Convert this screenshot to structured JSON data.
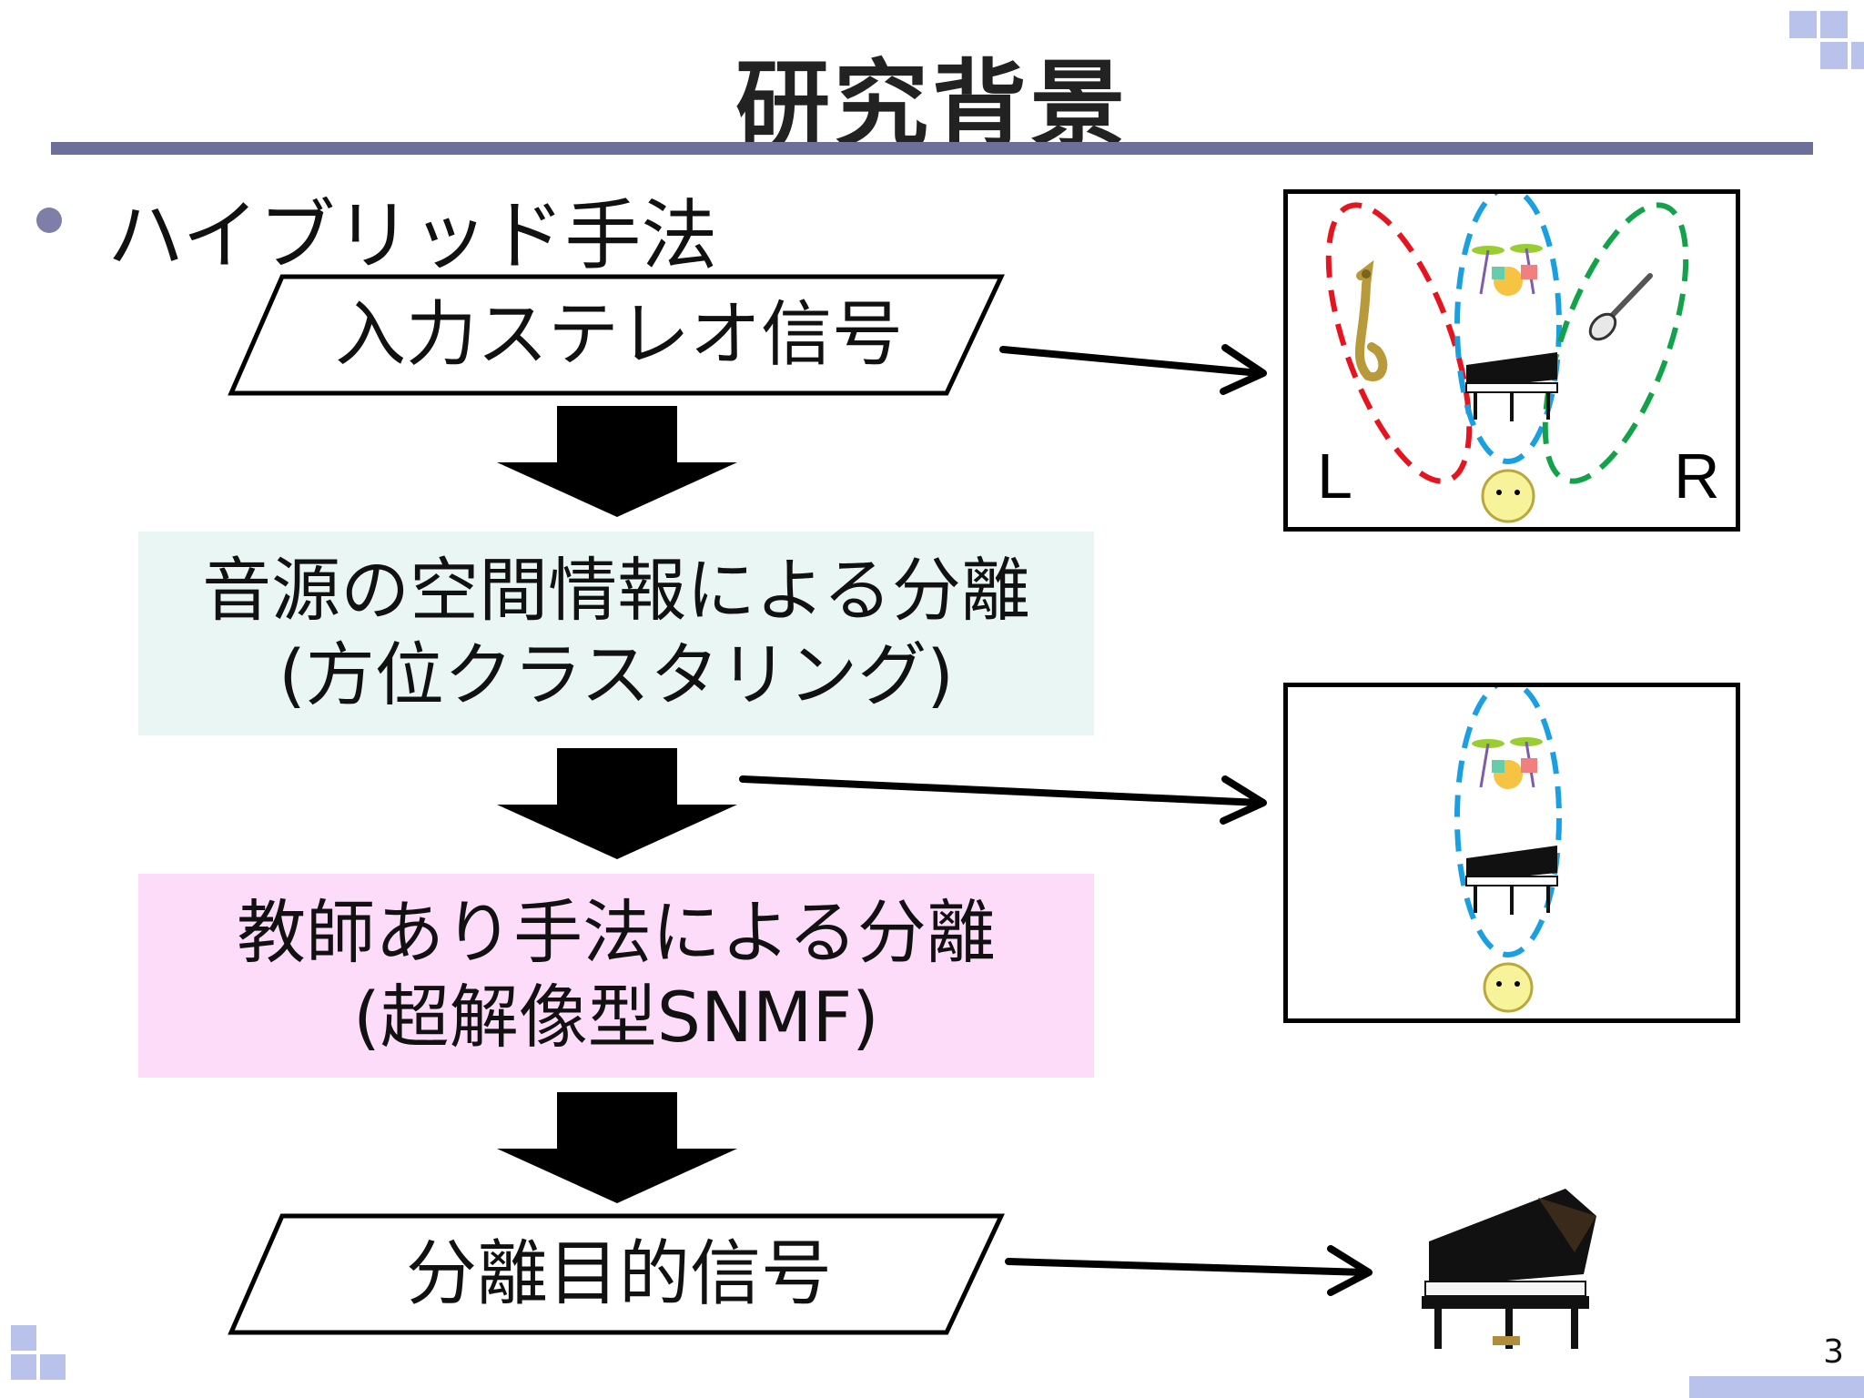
{
  "slide": {
    "title": "研究背景",
    "bullet": "ハイブリッド手法",
    "page_number": "3"
  },
  "flow": {
    "input_label": "入力ステレオ信号",
    "step1_line1": "音源の空間情報による分離",
    "step1_line2": "(方位クラスタリング)",
    "step2_line1": "教師あり手法による分離",
    "step2_line2": "(超解像型SNMF)",
    "output_label": "分離目的信号"
  },
  "panel_top": {
    "left_label": "L",
    "right_label": "R"
  },
  "colors": {
    "title_rule": "#6b6f9a",
    "teal_box": "#eaf6f3",
    "pink_box": "#fcdcf9",
    "red_cluster": "#e6141e",
    "blue_cluster": "#1aa0e0",
    "green_cluster": "#13a24a",
    "corner_squares": "#b8c2ea"
  },
  "icons": [
    "saxophone-icon",
    "drum-kit-icon",
    "electric-guitar-icon",
    "grand-piano-icon",
    "listener-face-icon"
  ]
}
